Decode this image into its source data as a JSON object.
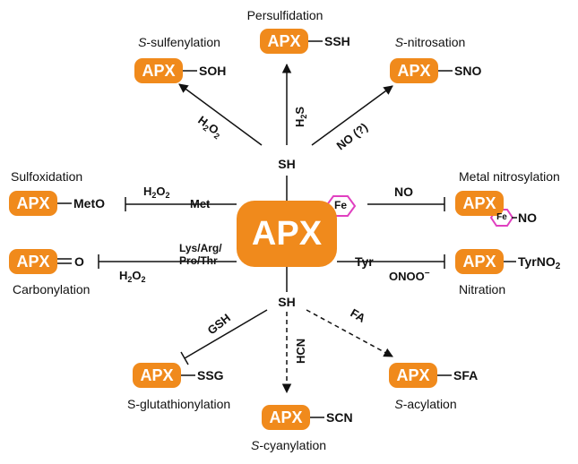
{
  "center": {
    "label": "APX"
  },
  "protein_label": "APX",
  "thiol": {
    "top": "SH",
    "bottom": "SH"
  },
  "heme": {
    "label": "Fe"
  },
  "modifications": {
    "persulfidation": {
      "title": "Persulfidation",
      "group": "SSH",
      "reagent": "H2S"
    },
    "sulfenylation": {
      "title_prefix": "S",
      "title_rest": "-sulfenylation",
      "group": "SOH",
      "reagent": "H2O2"
    },
    "nitrosation": {
      "title_prefix": "S",
      "title_rest": "-nitrosation",
      "group": "SNO",
      "reagent": "NO (?)"
    },
    "sulfoxidation": {
      "title": "Sulfoxidation",
      "group": "MetO",
      "reagent": "H2O2",
      "residue": "Met"
    },
    "metal_nitrosylation": {
      "title": "Metal nitrosylation",
      "group": "NO",
      "metal": "Fe",
      "reagent": "NO"
    },
    "carbonylation": {
      "title": "Carbonylation",
      "group": "O",
      "reagent": "H2O2",
      "residue_line1": "Lys/Arg/",
      "residue_line2": "Pro/Thr"
    },
    "nitration": {
      "title": "Nitration",
      "group": "TyrNO2",
      "reagent": "ONOO−",
      "residue": "Tyr"
    },
    "glutathionylation": {
      "title": "S-glutathionylation",
      "group": "SSG",
      "reagent": "GSH"
    },
    "cyanylation": {
      "title_prefix": "S",
      "title_rest": "-cyanylation",
      "group": "SCN",
      "reagent": "HCN"
    },
    "acylation": {
      "title_prefix": "S",
      "title_rest": "-acylation",
      "group": "SFA",
      "reagent": "FA"
    }
  }
}
